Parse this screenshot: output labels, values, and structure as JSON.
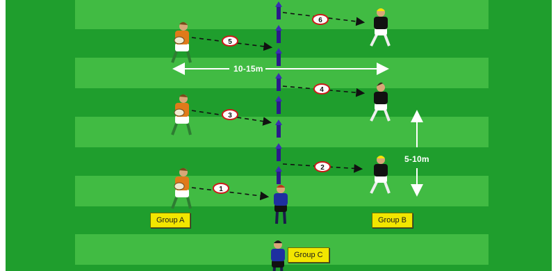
{
  "colors": {
    "pitch": "#1f9e2d",
    "pitch_band": "#41bb43",
    "attack_shirt": "#e07a1a",
    "attack_shorts": "#ffffff",
    "attack_socks": "#2e7d32",
    "defender_shirt": "#111111",
    "defender_hair": "#f5e400",
    "line_player_shirt": "#1e2fa0",
    "post": "#2a1a8a",
    "group_label_bg": "#f2e600",
    "pass_number_ring": "#cc1b1b",
    "measure_line": "#ffffff"
  },
  "labels": {
    "group_a": "Group A",
    "group_b": "Group B",
    "group_c": "Group C"
  },
  "measurements": {
    "width": "10-15m",
    "spacing": "5-10m"
  },
  "pass_numbers": [
    "1",
    "2",
    "3",
    "4",
    "5",
    "6"
  ],
  "players": {
    "group_a_count": 3,
    "group_b_count": 3,
    "line_players_count": 2
  },
  "icons": {
    "ball": "rugby-ball-icon",
    "cone_post": "marker-post-icon",
    "pass_arrow": "dashed-arrow-icon",
    "measure_arrow": "double-arrow-icon"
  }
}
